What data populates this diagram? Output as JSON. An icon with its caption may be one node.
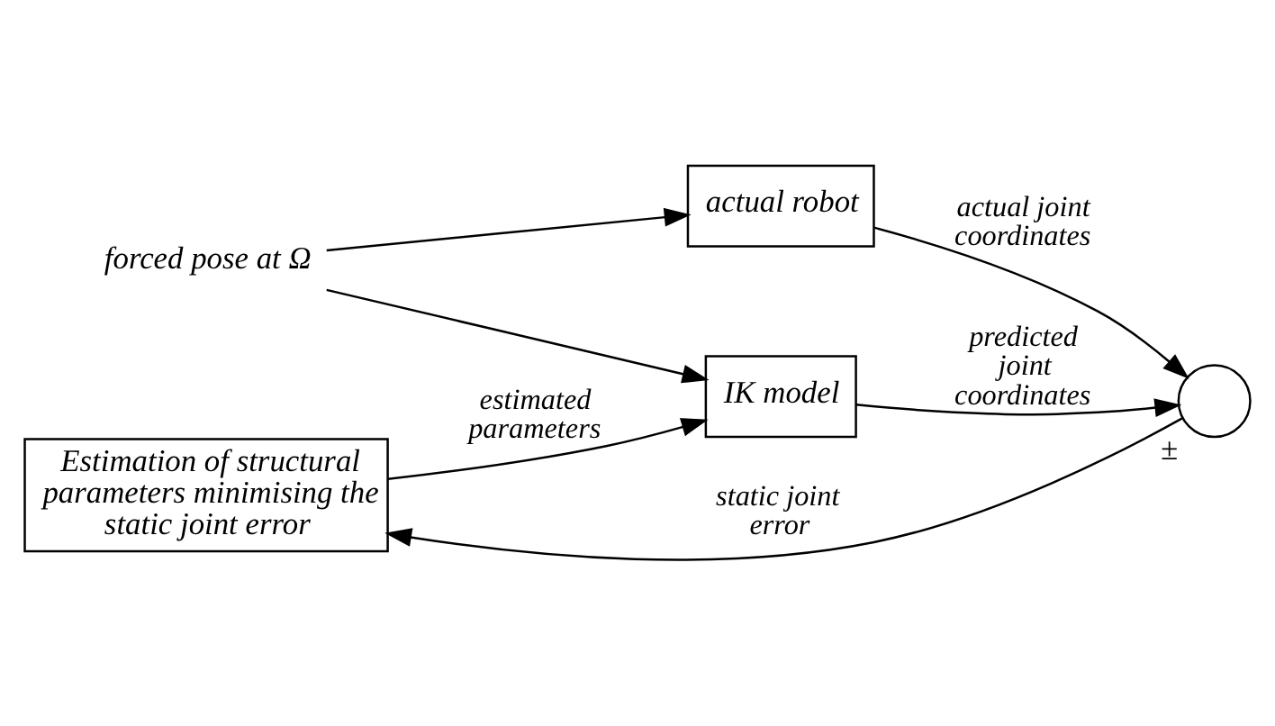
{
  "diagram": {
    "nodes": [
      {
        "text": [
          "forced pose at Ω"
        ]
      },
      {
        "text": [
          "actual robot"
        ]
      },
      {
        "text": [
          "IK model"
        ]
      },
      {
        "text": [],
        "shape": "circle",
        "beside": [
          "±"
        ]
      },
      {
        "text": [
          "Estimation of structural parameters minimising the static joint error"
        ]
      }
    ],
    "edges": [
      {
        "from": 0,
        "to": 1,
        "arrow": "to"
      },
      {
        "from": 0,
        "to": 2,
        "arrow": "to"
      },
      {
        "from": 1,
        "to": 3,
        "arrow": "to",
        "label": "actual joint coordinates"
      },
      {
        "from": 2,
        "to": 3,
        "arrow": "to",
        "label": "predicted joint coordinates"
      },
      {
        "from": 3,
        "to": 4,
        "arrow": "to",
        "label": "static joint error"
      },
      {
        "from": 4,
        "to": 2,
        "arrow": "to",
        "label": "estimated parameters"
      }
    ]
  }
}
